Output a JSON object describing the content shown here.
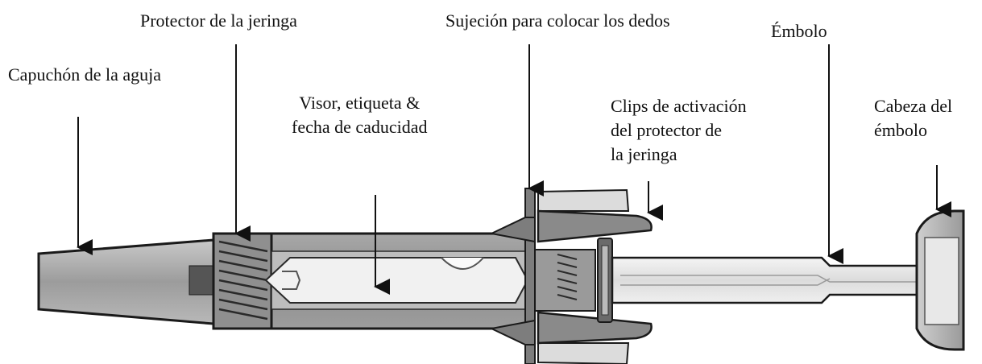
{
  "labels": {
    "needle_cap": "Capuchón de la aguja",
    "syringe_guard": "Protector de la jeringa",
    "window_label": "Visor, etiqueta &\nfecha de caducidad",
    "finger_grip": "Sujeción para colocar los dedos",
    "guard_clips": "Clips de activación\ndel protector de\nla jeringa",
    "plunger": "Émbolo",
    "plunger_head": "Cabeza del\némbolo"
  },
  "colors": {
    "outline": "#1a1a1a",
    "body_gray": "#9a9a9a",
    "light_gray": "#d6d6d6",
    "dark_gray": "#5e5e5e",
    "window": "#f1f1f1"
  }
}
